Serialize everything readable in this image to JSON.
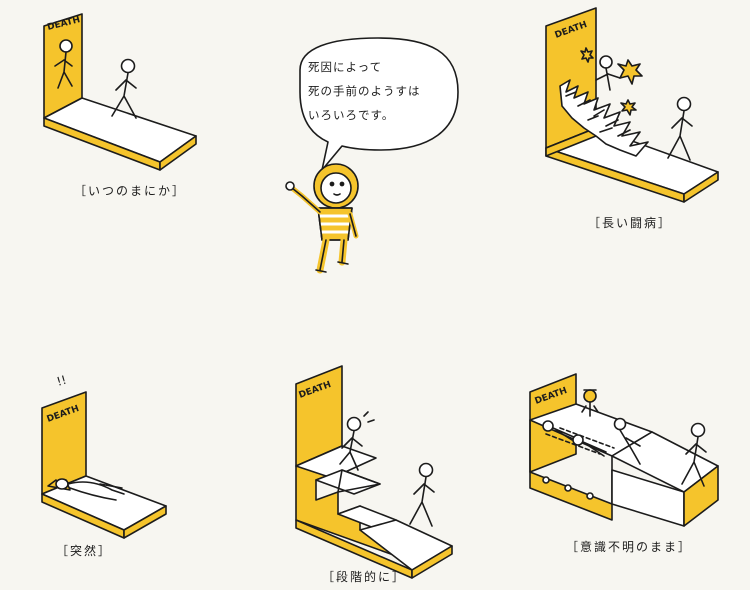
{
  "door_label": "DEATH",
  "surprise_mark": "!!",
  "speech_bubble": {
    "line1": "死因によって",
    "line2": "死の手前のようすは",
    "line3": "いろいろです。"
  },
  "captions": {
    "sudden_transition": "［いつのまにか］",
    "long_illness": "［長い闘病］",
    "abrupt": "［突然］",
    "gradual": "［段階的に］",
    "unconscious": "［意識不明のまま］"
  },
  "colors": {
    "accent": "#f5c42c",
    "ink": "#1c1c1c",
    "paper": "#f7f6f1"
  }
}
